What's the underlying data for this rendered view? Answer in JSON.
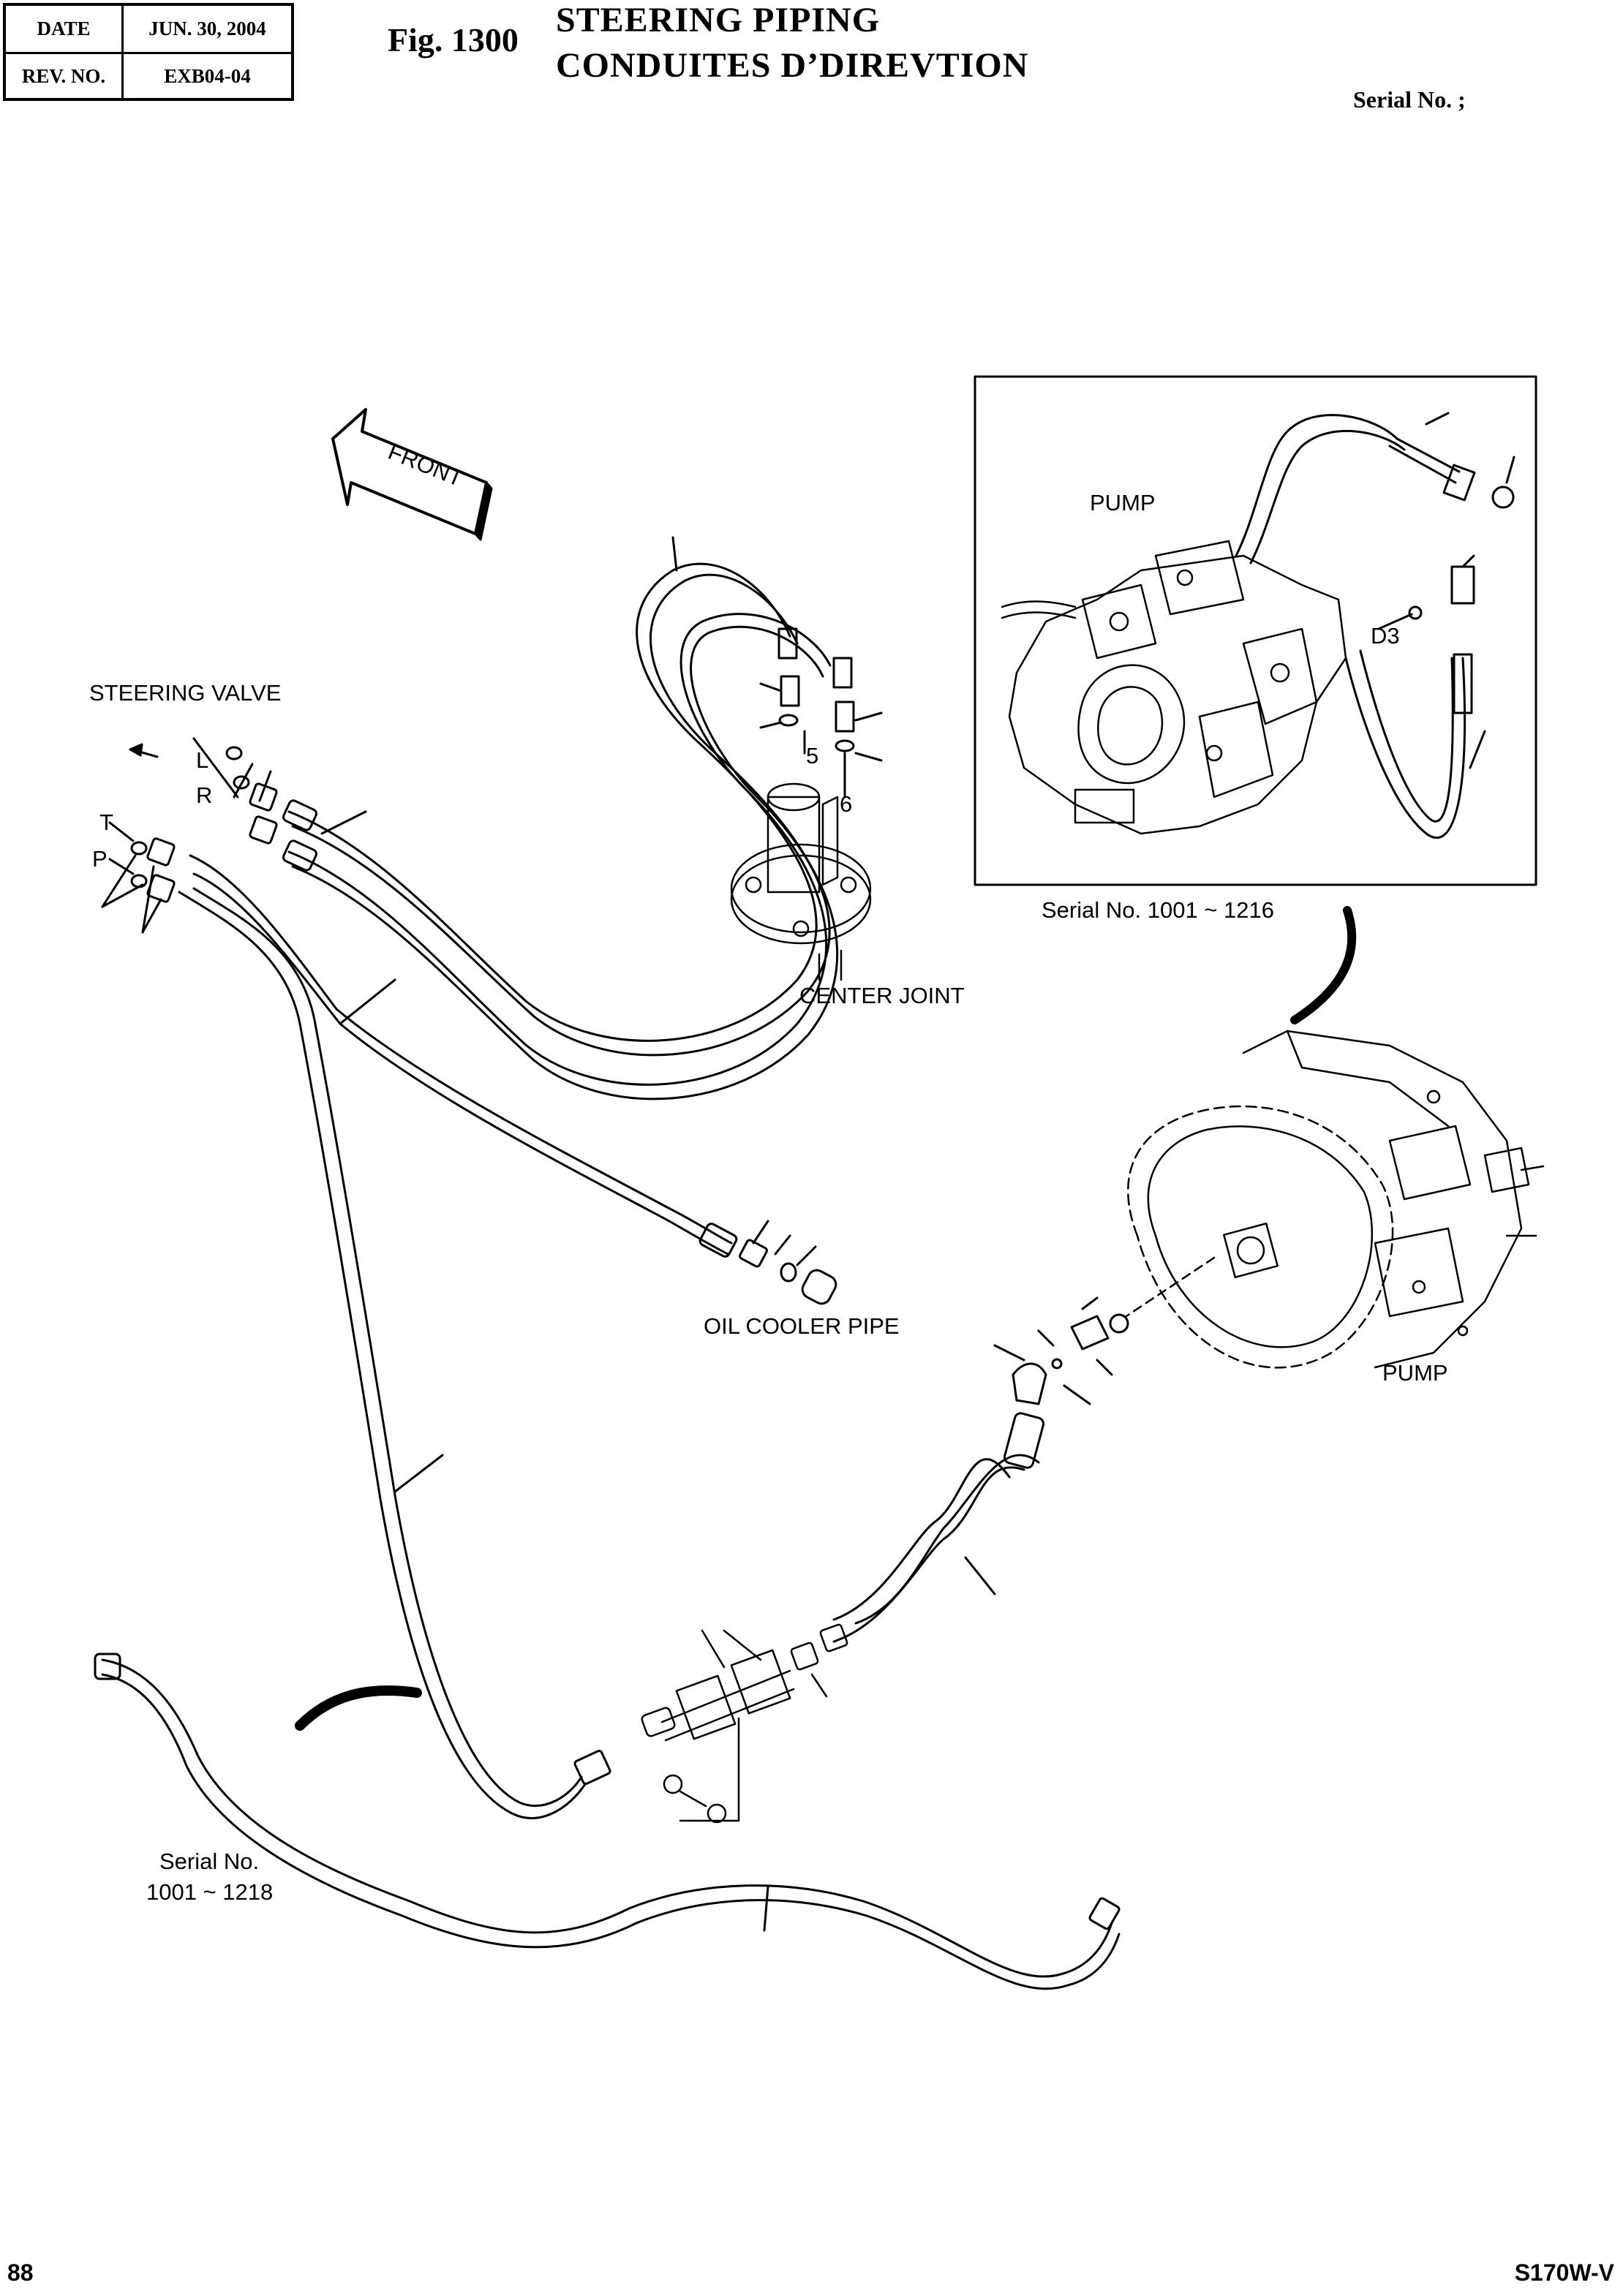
{
  "header": {
    "date_label": "DATE",
    "date_value": "JUN. 30, 2004",
    "rev_label": "REV. NO.",
    "rev_value": "EXB04-04"
  },
  "figure": {
    "number": "Fig. 1300",
    "title_en": "STEERING PIPING",
    "title_fr": "CONDUITES D’DIREVTION",
    "serial": "Serial No. ;"
  },
  "labels": {
    "front": "FRONT",
    "steering_valve": "STEERING VALVE",
    "port_l": "L",
    "port_r": "R",
    "port_t": "T",
    "port_p": "P",
    "item_5": "5",
    "item_6": "6",
    "center_joint": "CENTER JOINT",
    "oil_cooler_pipe": "OIL COOLER PIPE",
    "pump_inset": "PUMP",
    "d3": "D3",
    "inset_serial": "Serial No. 1001 ~ 1216",
    "pump_main": "PUMP",
    "serial_lower_1": "Serial No.",
    "serial_lower_2": "1001 ~ 1218"
  },
  "footer": {
    "page": "88",
    "model": "S170W-V"
  }
}
